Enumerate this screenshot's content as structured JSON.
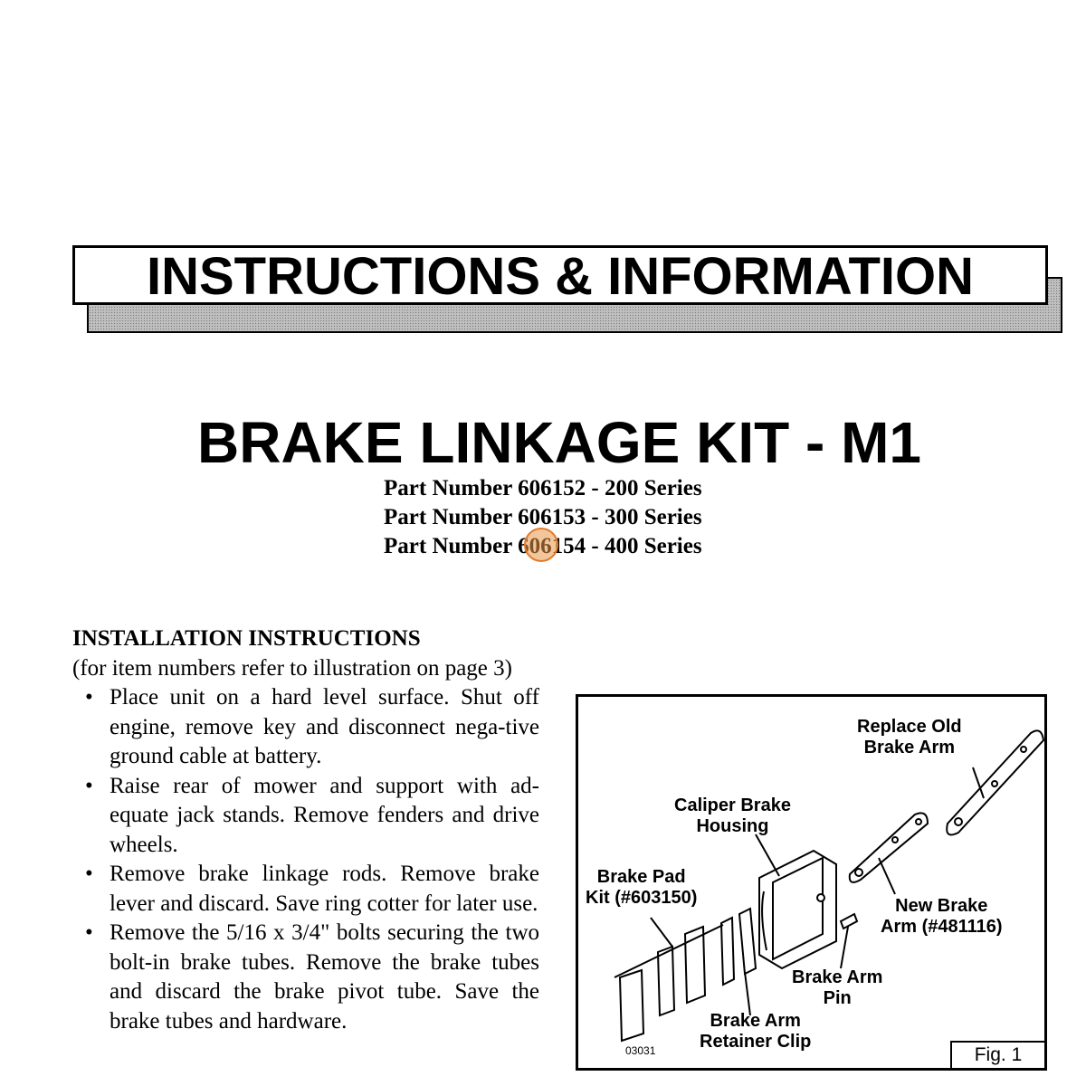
{
  "banner": {
    "title": "INSTRUCTIONS & INFORMATION"
  },
  "document": {
    "title": "BRAKE LINKAGE KIT - M1",
    "part_numbers": [
      "Part Number 606152 - 200 Series",
      "Part Number 606153 - 300 Series",
      "Part Number 606154 - 400 Series"
    ]
  },
  "installation": {
    "heading": "INSTALLATION INSTRUCTIONS",
    "note": "(for item numbers refer to illustration on page 3)",
    "steps": [
      "Place unit on a hard level surface.  Shut off engine, remove key and disconnect nega-tive ground cable at battery.",
      "Raise rear of mower and support with ad-equate jack stands. Remove fenders and drive wheels.",
      "Remove brake linkage rods.  Remove brake lever and discard.  Save ring cotter for later use.",
      "Remove the 5/16 x 3/4\" bolts securing the two bolt-in brake tubes.  Remove the brake tubes and discard the brake pivot tube.  Save the brake tubes and hardware."
    ]
  },
  "figure": {
    "labels": {
      "replace_old": "Replace Old\nBrake Arm",
      "caliper": "Caliper Brake\nHousing",
      "brake_pad": "Brake Pad\nKit (#603150)",
      "new_arm": "New Brake\nArm (#481116)",
      "arm_pin": "Brake Arm\nPin",
      "retainer": "Brake Arm\nRetainer Clip"
    },
    "code": "03031",
    "number": "Fig. 1"
  },
  "colors": {
    "cursor_highlight": "#e9964a",
    "banner_shadow": "#bfbfbf"
  }
}
